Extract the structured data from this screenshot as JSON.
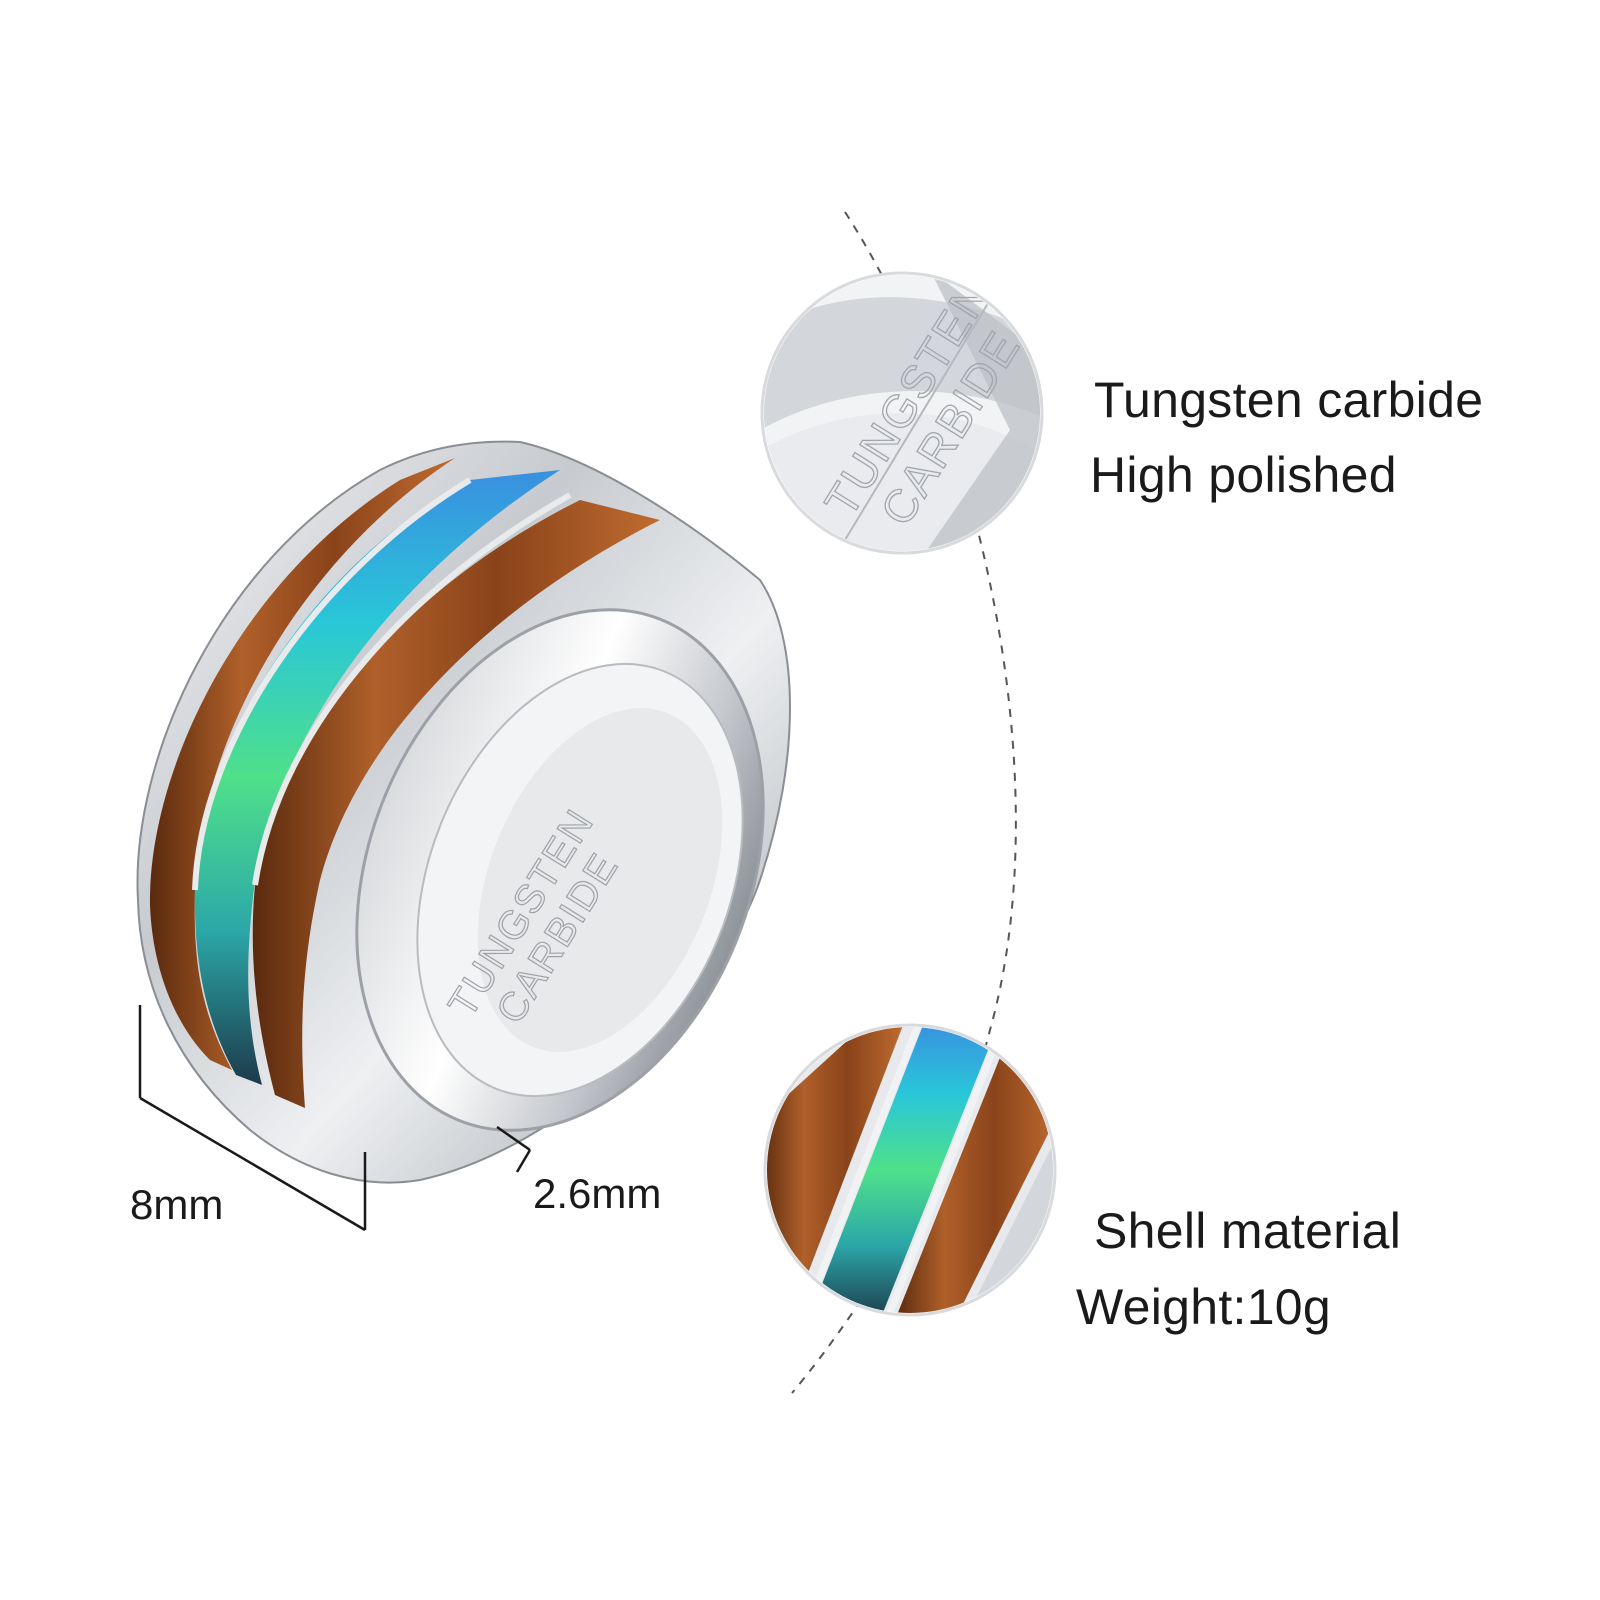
{
  "product": {
    "material_line1": "Tungsten carbide",
    "material_line2": "High polished",
    "inlay_line1": "Shell material",
    "inlay_line2": "Weight:10g"
  },
  "dimensions": {
    "width": "8mm",
    "thickness": "2.6mm"
  },
  "engraving": {
    "line1": "TUNGSTEN",
    "line2": "CARBIDE"
  },
  "colors": {
    "background": "#ffffff",
    "metal": "#c9ccd1",
    "wood": "#a0521f",
    "shell": "#2fc7a6",
    "text": "#1a1a1a"
  }
}
